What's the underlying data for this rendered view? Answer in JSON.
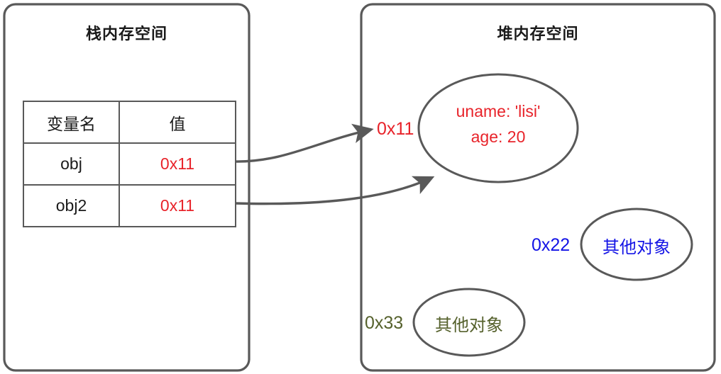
{
  "diagram": {
    "title_stack": "栈内存空间",
    "title_heap": "堆内存空间",
    "stroke_color": "#595959",
    "colors": {
      "red": "#e8232a",
      "blue": "#1414e6",
      "olive": "#55612c",
      "ink": "#1a1a1a"
    }
  },
  "stack": {
    "table": {
      "headers": [
        "变量名",
        "值"
      ],
      "rows": [
        {
          "name": "obj",
          "value": "0x11"
        },
        {
          "name": "obj2",
          "value": "0x11"
        }
      ]
    }
  },
  "heap": {
    "objects": [
      {
        "address": "0x11",
        "address_color": "red",
        "lines": [
          "uname: 'lisi'",
          "age: 20"
        ],
        "text_color": "red"
      },
      {
        "address": "0x22",
        "address_color": "blue",
        "lines": [
          "其他对象"
        ],
        "text_color": "blue"
      },
      {
        "address": "0x33",
        "address_color": "olive",
        "lines": [
          "其他对象"
        ],
        "text_color": "olive"
      }
    ]
  },
  "arrows": [
    {
      "from": "obj-value-cell",
      "to": "heap-object-0x11"
    },
    {
      "from": "obj2-value-cell",
      "to": "heap-object-0x11"
    }
  ]
}
